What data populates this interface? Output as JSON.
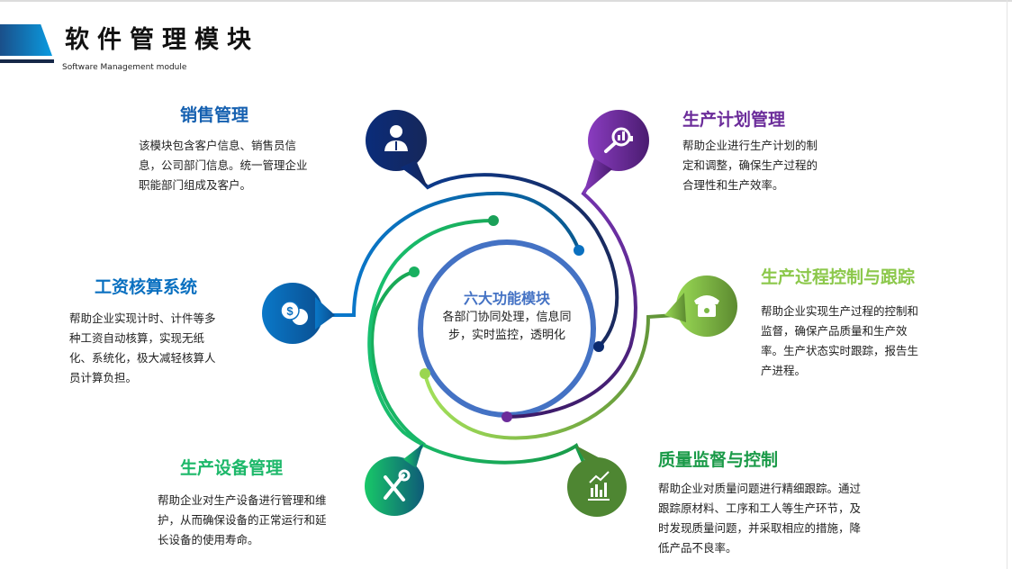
{
  "header": {
    "title": "软件管理模块",
    "subtitle": "Software Management module"
  },
  "center": {
    "title": "六大功能模块",
    "description": "各部门协同处理，信息同步，实时监控，透明化"
  },
  "modules": [
    {
      "title": "销售管理",
      "description": "该模块包含客户信息、销售员信息，公司部门信息。统一管理企业职能部门组成及客户。",
      "icon": "user-icon",
      "color": "#0d2a73"
    },
    {
      "title": "生产计划管理",
      "description": "帮助企业进行生产计划的制定和调整，确保生产过程的合理性和生产效率。",
      "icon": "search-chart-icon",
      "color": "#6b2c9a"
    },
    {
      "title": "工资核算系统",
      "description": "帮助企业实现计时、计件等多种工资自动核算，实现无纸化、系统化，极大减轻核算人员计算负担。",
      "icon": "money-chat-icon",
      "color": "#0a70c0"
    },
    {
      "title": "生产过程控制与跟踪",
      "description": "帮助企业实现生产过程的控制和监督，确保产品质量和生产效率。生产状态实时跟踪，报告生产进程。",
      "icon": "telephone-icon",
      "color": "#8cc84b"
    },
    {
      "title": "生产设备管理",
      "description": "帮助企业对生产设备进行管理和维护，从而确保设备的正常运行和延长设备的使用寿命。",
      "icon": "tools-icon",
      "color": "#1db86a"
    },
    {
      "title": "质量监督与控制",
      "description": "帮助企业对质量问题进行精细跟踪。通过跟踪原材料、工序和工人等生产环节，及时发现质量问题，并采取相应的措施，降低产品不良率。",
      "icon": "bar-chart-icon",
      "color": "#4f8a34"
    }
  ]
}
